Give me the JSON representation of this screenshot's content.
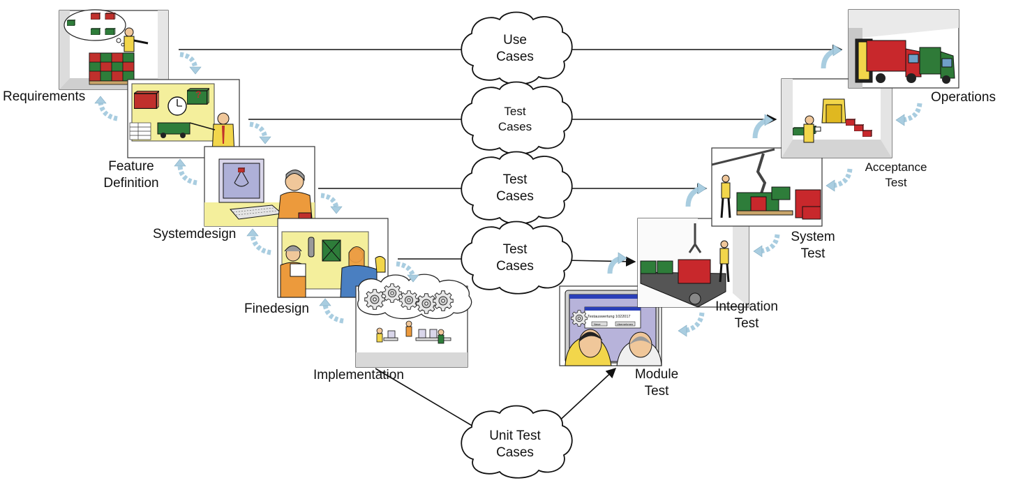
{
  "phases_left": {
    "requirements": "Requirements",
    "feature_definition_line1": "Feature",
    "feature_definition_line2": "Definition",
    "systemdesign": "Systemdesign",
    "finedesign": "Finedesign",
    "implementation": "Implementation"
  },
  "phases_right": {
    "operations": "Operations",
    "acceptance_line1": "Acceptance",
    "acceptance_line2": "Test",
    "system_line1": "System",
    "system_line2": "Test",
    "integration_line1": "Integration",
    "integration_line2": "Test",
    "module_line1": "Module",
    "module_line2": "Test"
  },
  "clouds": {
    "use_cases_line1": "Use",
    "use_cases_line2": "Cases",
    "test_cases_1_line1": "Test",
    "test_cases_1_line2": "Cases",
    "test_cases_2_line1": "Test",
    "test_cases_2_line2": "Cases",
    "test_cases_3_line1": "Test",
    "test_cases_3_line2": "Cases",
    "unit_test_line1": "Unit Test",
    "unit_test_line2": "Cases"
  },
  "screen_texts": {
    "dialog_title": "Testauswertung 1022017",
    "dialog_btn_1": "Neue",
    "dialog_btn_2": "Ubernehmen"
  },
  "colors": {
    "cloud_fill": "#ffffff",
    "cycle_arrow": "#a9cde0",
    "crate_green": "#2e7d3a",
    "crate_red": "#c0302c",
    "truck_red": "#c8282c",
    "truck_green": "#2f7a38",
    "screen_purple": "#b7b3da",
    "skin": "#f0c79a",
    "shirt_orange": "#ec9a3c",
    "yellow": "#f2d64b"
  }
}
